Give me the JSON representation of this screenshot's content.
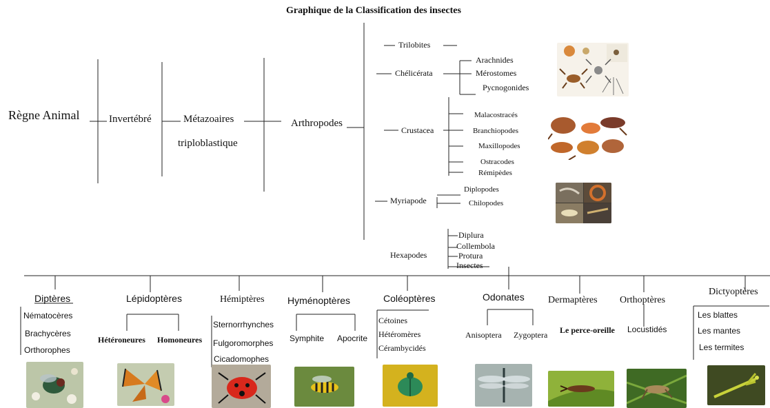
{
  "title": "Graphique de la Classification des insectes",
  "root": {
    "regne": "Règne Animal",
    "invertebre": "Invertébré",
    "metazoaires": "Métazoaires",
    "triploblastique": "triploblastique",
    "arthropodes": "Arthropodes"
  },
  "trilobites": "Trilobites",
  "chelicerata": {
    "label": "Chélicérata",
    "children": [
      "Arachnides",
      "Mérostomes",
      "Pycnogonides"
    ]
  },
  "crustacea": {
    "label": "Crustacea",
    "children": [
      "Malacostracés",
      "Branchiopodes",
      "Maxillopodes",
      "Ostracodes",
      "Rémipèdes"
    ]
  },
  "myriapode": {
    "label": "Myriapode",
    "children": [
      "Diplopodes",
      "Chilopodes"
    ]
  },
  "hexapodes": {
    "label": "Hexapodes",
    "children": [
      "Diplura",
      "Collembola",
      "Protura",
      "Insectes"
    ]
  },
  "orders": [
    {
      "name": "Diptères",
      "subs": [
        "Nématocères",
        "Brachycères",
        "Orthorophes"
      ],
      "photo_icon": "fly-photo"
    },
    {
      "name": "Lépidoptères",
      "subs": [
        "Hétéroneures",
        "Homoneures"
      ],
      "photo_icon": "butterfly-photo"
    },
    {
      "name": "Hémiptères",
      "subs": [
        "Sternorrhynches",
        "Fulgoromorphes",
        "Cicadomophes"
      ],
      "photo_icon": "firebug-photo"
    },
    {
      "name": "Hyménoptères",
      "subs": [
        "Symphite",
        "Apocrite"
      ],
      "photo_icon": "wasp-photo"
    },
    {
      "name": "Coléoptères",
      "subs": [
        "Cétoines",
        "Hétéromères",
        "Cérambycidés"
      ],
      "photo_icon": "beetle-photo"
    },
    {
      "name": "Odonates",
      "subs": [
        "Anisoptera",
        "Zygoptera"
      ],
      "photo_icon": "dragonfly-photo"
    },
    {
      "name": "Dermaptères",
      "subs": [
        "Le perce-oreille"
      ],
      "photo_icon": "earwig-photo"
    },
    {
      "name": "Orthoptères",
      "subs": [
        "Locustidés"
      ],
      "photo_icon": "grasshopper-photo"
    },
    {
      "name": "Dictyoptères",
      "subs": [
        "Les blattes",
        "Les mantes",
        "Les termites"
      ],
      "photo_icon": "mantis-photo"
    }
  ],
  "side_photos": [
    "arachnid-collage-photo",
    "crustacean-collage-photo",
    "myriapod-collage-photo"
  ]
}
